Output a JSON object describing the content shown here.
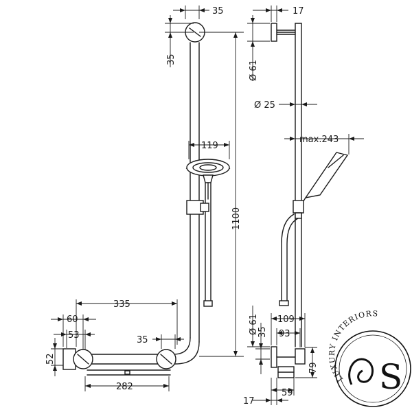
{
  "drawing": {
    "front_view": {
      "dims": {
        "top_bracket_width": "35",
        "top_bracket_height": "35",
        "shower_head_diameter": "119",
        "rail_height": "1100",
        "bar_length": "335",
        "bar_end_offset": "60",
        "bar_end_bracket": "53",
        "bar_end_height": "52",
        "bar_bracket_width": "35",
        "bar_lower_length": "282"
      }
    },
    "side_view": {
      "dims": {
        "top_depth": "17",
        "top_bracket_diameter": "Ø 61",
        "rail_diameter": "Ø 25",
        "max_head_reach": "max.243",
        "bottom_bracket_diameter": "Ø 61",
        "bottom_depth_outer": "109",
        "bottom_depth_inner": "93",
        "bottom_bracket_height": "35",
        "bottom_mount_height": "79",
        "bottom_offset": "17",
        "bottom_base": "59"
      }
    },
    "logo": {
      "text": "LUXURY INTERIORS",
      "monogram": "S"
    }
  }
}
